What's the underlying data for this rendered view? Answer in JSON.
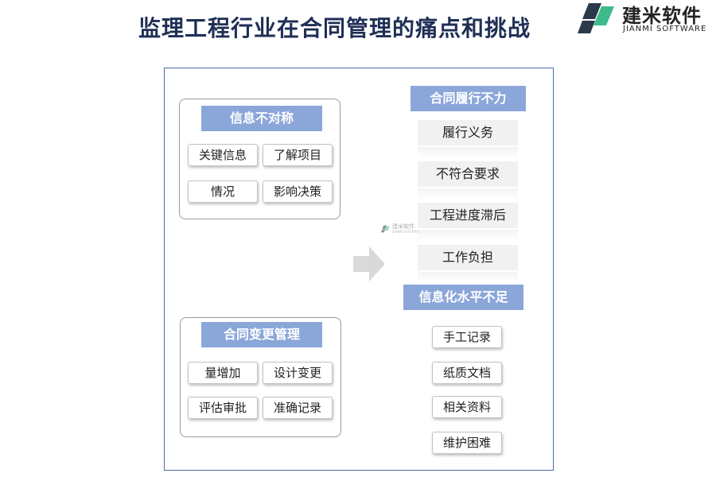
{
  "title": "监理工程行业在合同管理的痛点和挑战",
  "brand": {
    "name": "建米软件",
    "subtitle": "JIANMI SOFTWARE",
    "colors": {
      "dark": "#2a3a4a",
      "green": "#3dbb8a"
    }
  },
  "left_groups": [
    {
      "heading": "信息不对称",
      "items": [
        "关键信息",
        "了解项目",
        "情况",
        "影响决策"
      ]
    },
    {
      "heading": "合同变更管理",
      "items": [
        "量增加",
        "设计变更",
        "评估审批",
        "准确记录"
      ]
    }
  ],
  "right_top": {
    "heading": "合同履行不力",
    "items": [
      "履行义务",
      "不符合要求",
      "工程进度滞后",
      "工作负担"
    ]
  },
  "right_bottom": {
    "heading": "信息化水平不足",
    "items": [
      "手工记录",
      "纸质文档",
      "相关资料",
      "维护困难"
    ]
  },
  "watermark": {
    "name": "建米软件",
    "subtitle": "JIANMI SOFTWARE"
  },
  "colors": {
    "heading_fill": "#8ba6d9",
    "frame_border": "#4e6fa5",
    "title_text": "#1f2f55",
    "arrow": "#d9d9d9"
  },
  "icons": {
    "arrow": "right-arrow-icon",
    "logo": "jianmi-logo-icon"
  }
}
